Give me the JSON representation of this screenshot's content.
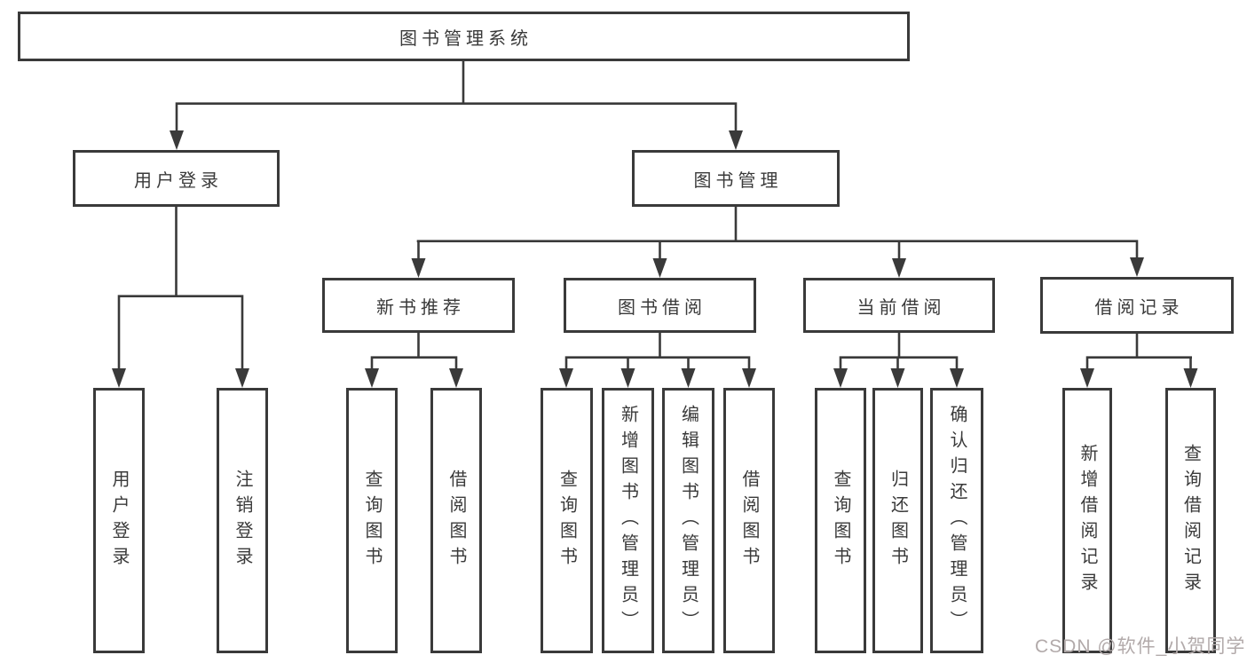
{
  "tree": {
    "root": {
      "label": "图书管理系统",
      "children": [
        {
          "label": "用户登录",
          "children": [
            {
              "label": "用户登录"
            },
            {
              "label": "注销登录"
            }
          ]
        },
        {
          "label": "图书管理",
          "children": [
            {
              "label": "新书推荐",
              "children": [
                {
                  "label": "查询图书"
                },
                {
                  "label": "借阅图书"
                }
              ]
            },
            {
              "label": "图书借阅",
              "children": [
                {
                  "label": "查询图书"
                },
                {
                  "label": "新增图书（管理员）"
                },
                {
                  "label": "编辑图书（管理员）"
                },
                {
                  "label": "借阅图书"
                }
              ]
            },
            {
              "label": "当前借阅",
              "children": [
                {
                  "label": "查询图书"
                },
                {
                  "label": "归还图书"
                },
                {
                  "label": "确认归还（管理员）"
                }
              ]
            },
            {
              "label": "借阅记录",
              "children": [
                {
                  "label": "新增借阅记录"
                },
                {
                  "label": "查询借阅记录"
                }
              ]
            }
          ]
        }
      ]
    }
  },
  "watermark": "CSDN @软件_小贺同学",
  "colors": {
    "line": "#3a3a3a",
    "text": "#3a3a3a",
    "background": "#ffffff",
    "watermark": "#b2aaaa"
  }
}
